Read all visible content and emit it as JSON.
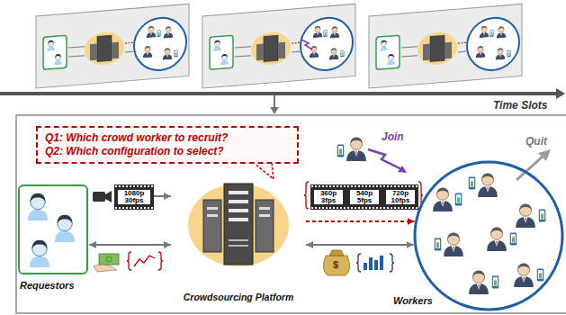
{
  "diagram": {
    "nodes": [
      {
        "text": [
          "Q1: Which crowd worker to recruit?",
          "Q2: Which configuration to select?"
        ]
      },
      {
        "text": [
          "Requestors"
        ]
      },
      {
        "text": [
          "1080p 30fps"
        ]
      },
      {
        "text": [
          "Crowdsourcing Platform"
        ]
      },
      {
        "text": [
          "360p 3fps"
        ]
      },
      {
        "text": [
          "540p 5fps"
        ]
      },
      {
        "text": [
          "720p 10fps"
        ]
      },
      {
        "text": [
          "Workers"
        ]
      }
    ],
    "edges": [
      {
        "from": 2,
        "to": 3,
        "arrow": "to"
      },
      {
        "from": 1,
        "to": 3,
        "arrow": "both"
      },
      {
        "from": 3,
        "to": 7,
        "arrow": "to"
      },
      {
        "from": 3,
        "to": 7,
        "arrow": "both"
      }
    ],
    "labels": [
      "Time Slots",
      "Join",
      "Quit",
      "$"
    ]
  }
}
